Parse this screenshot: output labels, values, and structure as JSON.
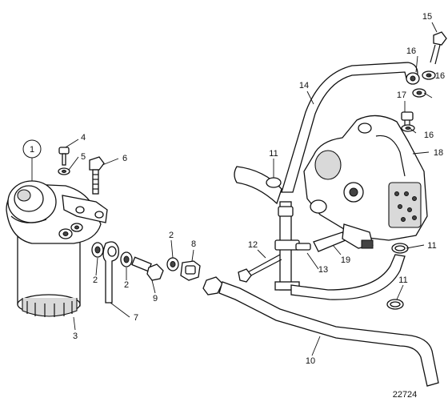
{
  "diagram": {
    "figure_id": "22724",
    "callouts": [
      {
        "id": "c1",
        "label": "1"
      },
      {
        "id": "c2a",
        "label": "2"
      },
      {
        "id": "c2b",
        "label": "2"
      },
      {
        "id": "c2c",
        "label": "2"
      },
      {
        "id": "c3",
        "label": "3"
      },
      {
        "id": "c4",
        "label": "4"
      },
      {
        "id": "c5",
        "label": "5"
      },
      {
        "id": "c6",
        "label": "6"
      },
      {
        "id": "c7",
        "label": "7"
      },
      {
        "id": "c8",
        "label": "8"
      },
      {
        "id": "c9",
        "label": "9"
      },
      {
        "id": "c10",
        "label": "10"
      },
      {
        "id": "c11a",
        "label": "11"
      },
      {
        "id": "c11b",
        "label": "11"
      },
      {
        "id": "c11c",
        "label": "11"
      },
      {
        "id": "c12",
        "label": "12"
      },
      {
        "id": "c13",
        "label": "13"
      },
      {
        "id": "c14",
        "label": "14"
      },
      {
        "id": "c15",
        "label": "15"
      },
      {
        "id": "c16a",
        "label": "16"
      },
      {
        "id": "c16b",
        "label": "16"
      },
      {
        "id": "c16c",
        "label": "16"
      },
      {
        "id": "c17",
        "label": "17"
      },
      {
        "id": "c18",
        "label": "18"
      },
      {
        "id": "c19",
        "label": "19"
      }
    ]
  }
}
